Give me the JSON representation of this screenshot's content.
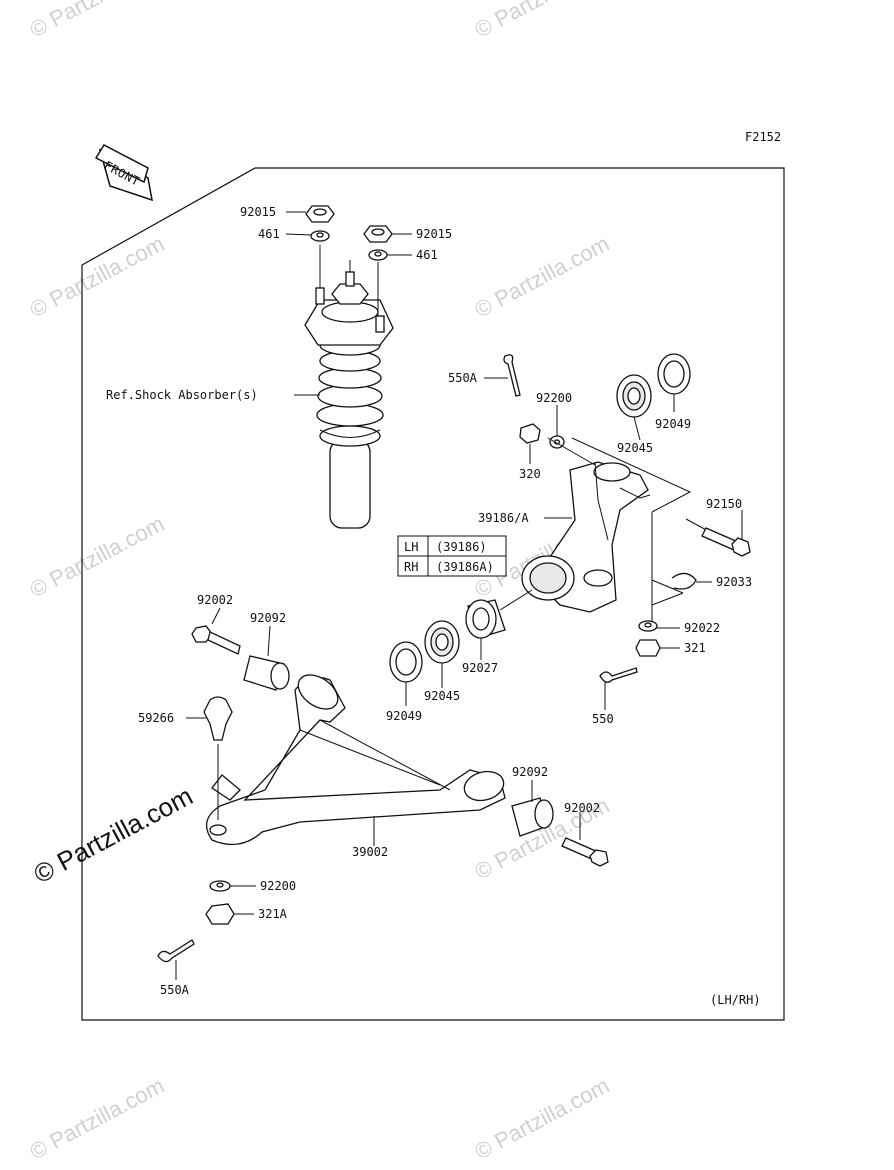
{
  "figure_code": "F2152",
  "front_label": "FRONT",
  "footer_note": "(LH/RH)",
  "watermark": "© Partzilla.com",
  "watermark_big": "© Partzilla.com",
  "shock_ref_label": "Ref.Shock Absorber(s)",
  "lhrh_table": [
    {
      "side": "LH",
      "part": "(39186)"
    },
    {
      "side": "RH",
      "part": "(39186A)"
    }
  ],
  "callouts": {
    "c92015a": "92015",
    "c461a": "461",
    "c92015b": "92015",
    "c461b": "461",
    "c550a_top": "550A",
    "c92200_top": "92200",
    "c320": "320",
    "c92045_top": "92045",
    "c92049_top": "92049",
    "c39186": "39186/A",
    "c92150": "92150",
    "c92033": "92033",
    "c92022": "92022",
    "c321": "321",
    "c550": "550",
    "c92002_left": "92002",
    "c92092_left": "92092",
    "c59266": "59266",
    "c92027": "92027",
    "c92045_bot": "92045",
    "c92049_bot": "92049",
    "c92092_right": "92092",
    "c92002_right": "92002",
    "c39002": "39002",
    "c92200_bot": "92200",
    "c321a": "321A",
    "c550a_bot": "550A"
  }
}
